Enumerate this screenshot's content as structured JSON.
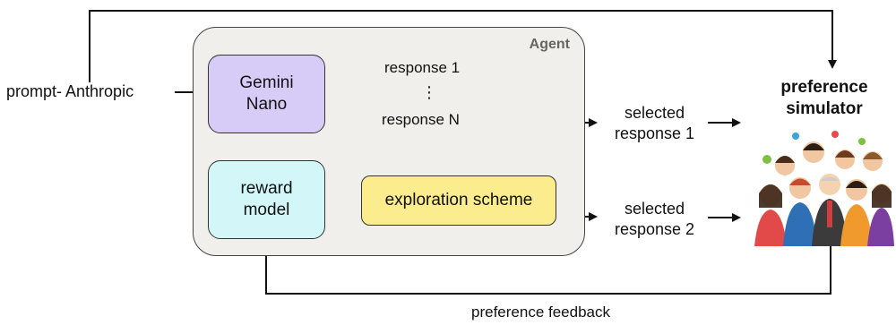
{
  "diagram": {
    "agent_label": "Agent",
    "input_label": "prompt- Anthropic",
    "gemini_label_line1": "Gemini",
    "gemini_label_line2": "Nano",
    "response_1": "response 1",
    "ellipsis": "⋮",
    "response_n": "response N",
    "reward_label_line1": "reward",
    "reward_label_line2": "model",
    "exploration_label": "exploration scheme",
    "selected_1_line1": "selected",
    "selected_1_line2": "response 1",
    "selected_2_line1": "selected",
    "selected_2_line2": "response 2",
    "simulator_line1": "preference",
    "simulator_line2": "simulator",
    "feedback_label": "preference feedback"
  },
  "colors": {
    "agent_bg": "#f1efec",
    "gemini_fill": "#d7ccf7",
    "reward_fill": "#d3f7f8",
    "exploration_fill": "#fbec8e",
    "arrow_dark": "#111111",
    "arrow_gray": "#555555"
  },
  "icons": [
    "crowd-of-people-illustration"
  ]
}
